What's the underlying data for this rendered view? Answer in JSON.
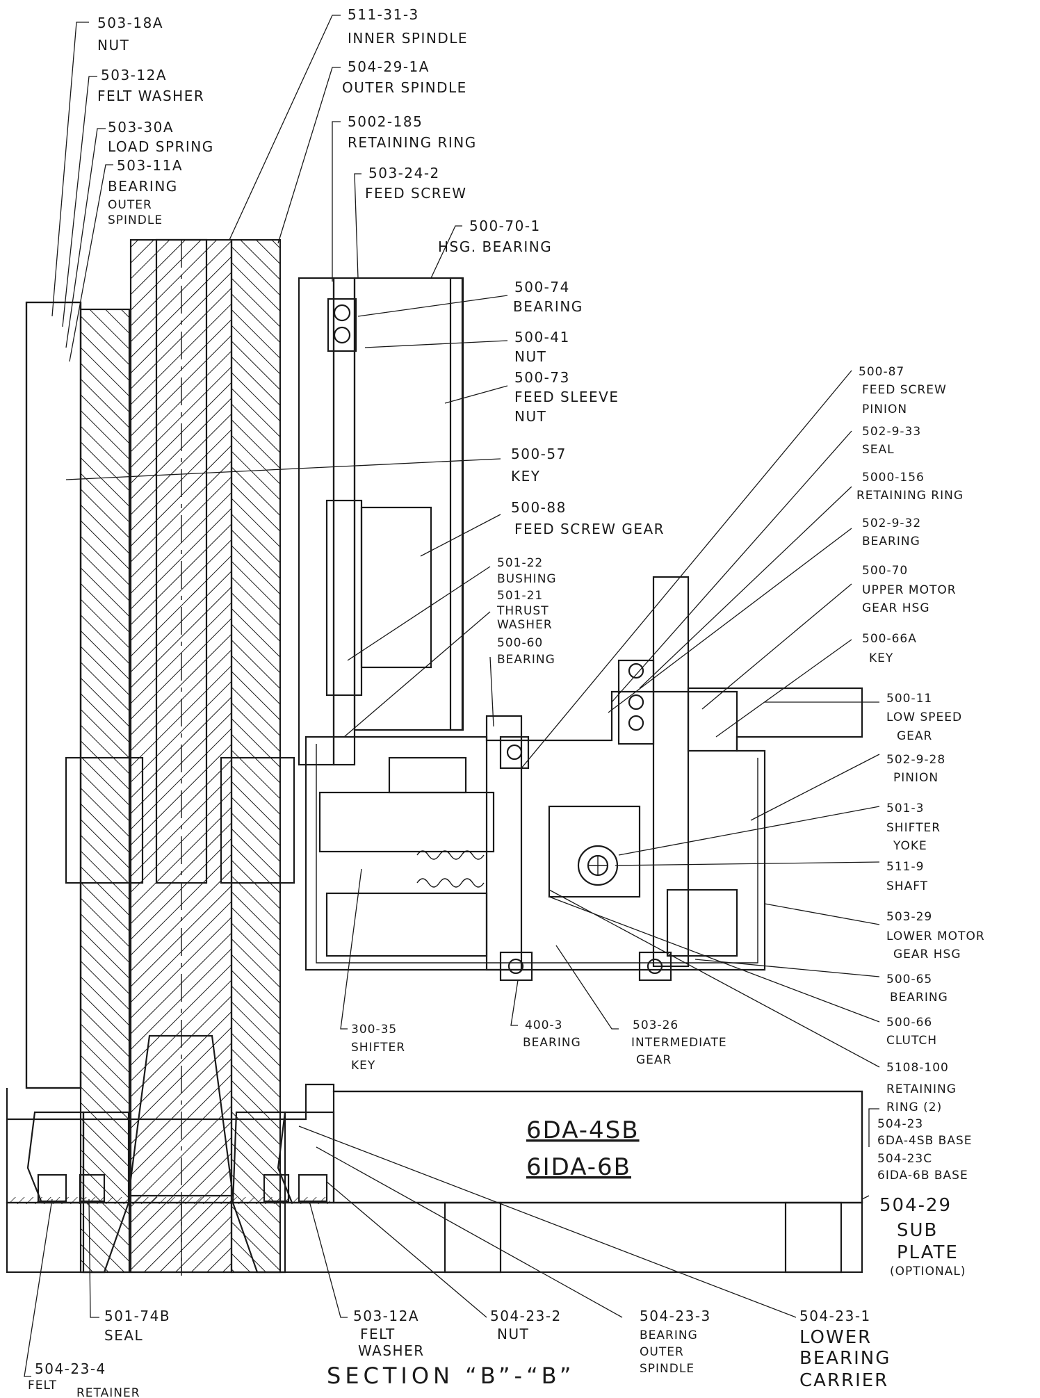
{
  "title": "SECTION “B”-“B”",
  "model_labels": [
    "6DA-4SB",
    "6IDA-6B"
  ],
  "callouts_top": [
    {
      "part": "503-18A",
      "desc": [
        "NUT"
      ]
    },
    {
      "part": "503-12A",
      "desc": [
        "FELT WASHER"
      ]
    },
    {
      "part": "503-30A",
      "desc": [
        "LOAD SPRING"
      ]
    },
    {
      "part": "503-11A",
      "desc": [
        "BEARING",
        "OUTER",
        "SPINDLE"
      ]
    },
    {
      "part": "511-31-3",
      "desc": [
        "INNER SPINDLE"
      ]
    },
    {
      "part": "504-29-1A",
      "desc": [
        "OUTER SPINDLE"
      ]
    },
    {
      "part": "5002-185",
      "desc": [
        "RETAINING RING"
      ]
    },
    {
      "part": "503-24-2",
      "desc": [
        "FEED SCREW"
      ]
    },
    {
      "part": "500-70-1",
      "desc": [
        "HSG. BEARING"
      ]
    }
  ],
  "callouts_mid": [
    {
      "part": "500-74",
      "desc": [
        "BEARING"
      ]
    },
    {
      "part": "500-41",
      "desc": [
        "NUT"
      ]
    },
    {
      "part": "500-73",
      "desc": [
        "FEED SLEEVE",
        "NUT"
      ]
    },
    {
      "part": "500-57",
      "desc": [
        "KEY"
      ]
    },
    {
      "part": "500-88",
      "desc": [
        "FEED SCREW GEAR"
      ]
    },
    {
      "part": "501-22",
      "desc": [
        "BUSHING"
      ]
    },
    {
      "part": "501-21",
      "desc": [
        "THRUST",
        "WASHER"
      ]
    },
    {
      "part": "500-60",
      "desc": [
        "BEARING"
      ]
    }
  ],
  "callouts_right": [
    {
      "part": "500-87",
      "desc": [
        "FEED SCREW",
        "PINION"
      ]
    },
    {
      "part": "502-9-33",
      "desc": [
        "SEAL"
      ]
    },
    {
      "part": "5000-156",
      "desc": [
        "RETAINING RING"
      ]
    },
    {
      "part": "502-9-32",
      "desc": [
        "BEARING"
      ]
    },
    {
      "part": "500-70",
      "desc": [
        "UPPER MOTOR",
        "GEAR HSG"
      ]
    },
    {
      "part": "500-66A",
      "desc": [
        "KEY"
      ]
    },
    {
      "part": "500-11",
      "desc": [
        "LOW SPEED",
        "GEAR"
      ]
    },
    {
      "part": "502-9-28",
      "desc": [
        "PINION"
      ]
    },
    {
      "part": "501-3",
      "desc": [
        "SHIFTER",
        "YOKE"
      ]
    },
    {
      "part": "511-9",
      "desc": [
        "SHAFT"
      ]
    },
    {
      "part": "503-29",
      "desc": [
        "LOWER MOTOR",
        "GEAR HSG"
      ]
    },
    {
      "part": "500-65",
      "desc": [
        "BEARING"
      ]
    },
    {
      "part": "500-66",
      "desc": [
        "CLUTCH"
      ]
    },
    {
      "part": "5108-100",
      "desc": [
        "RETAINING",
        "RING (2)"
      ]
    },
    {
      "part": "504-23",
      "desc": [
        "6DA-4SB BASE"
      ]
    },
    {
      "part": "504-23C",
      "desc": [
        "6IDA-6B BASE"
      ]
    },
    {
      "part": "504-29",
      "desc": [
        "SUB",
        "PLATE",
        "(OPTIONAL)"
      ]
    }
  ],
  "callouts_lower": [
    {
      "part": "300-35",
      "desc": [
        "SHIFTER",
        "KEY"
      ]
    },
    {
      "part": "400-3",
      "desc": [
        "BEARING"
      ]
    },
    {
      "part": "503-26",
      "desc": [
        "INTERMEDIATE",
        "GEAR"
      ]
    }
  ],
  "callouts_bottom": [
    {
      "part": "501-74B",
      "desc": [
        "SEAL"
      ]
    },
    {
      "part": "504-23-4",
      "desc": [
        "FELT",
        "RETAINER"
      ]
    },
    {
      "part": "503-12A",
      "desc": [
        "FELT",
        "WASHER"
      ]
    },
    {
      "part": "504-23-2",
      "desc": [
        "NUT"
      ]
    },
    {
      "part": "504-23-3",
      "desc": [
        "BEARING",
        "OUTER",
        "SPINDLE"
      ]
    },
    {
      "part": "504-23-1",
      "desc": [
        "LOWER",
        "BEARING",
        "CARRIER"
      ]
    }
  ]
}
